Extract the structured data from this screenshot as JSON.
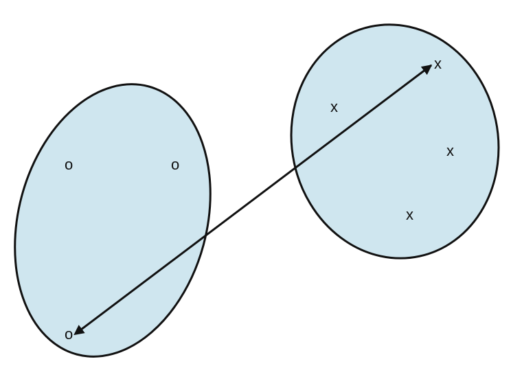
{
  "diagram": {
    "fill_color": "#cfe6ef",
    "stroke_color": "#111111",
    "left_cluster": {
      "points": [
        "o",
        "o",
        "o"
      ]
    },
    "right_cluster": {
      "points": [
        "x",
        "x",
        "x",
        "x"
      ]
    }
  }
}
